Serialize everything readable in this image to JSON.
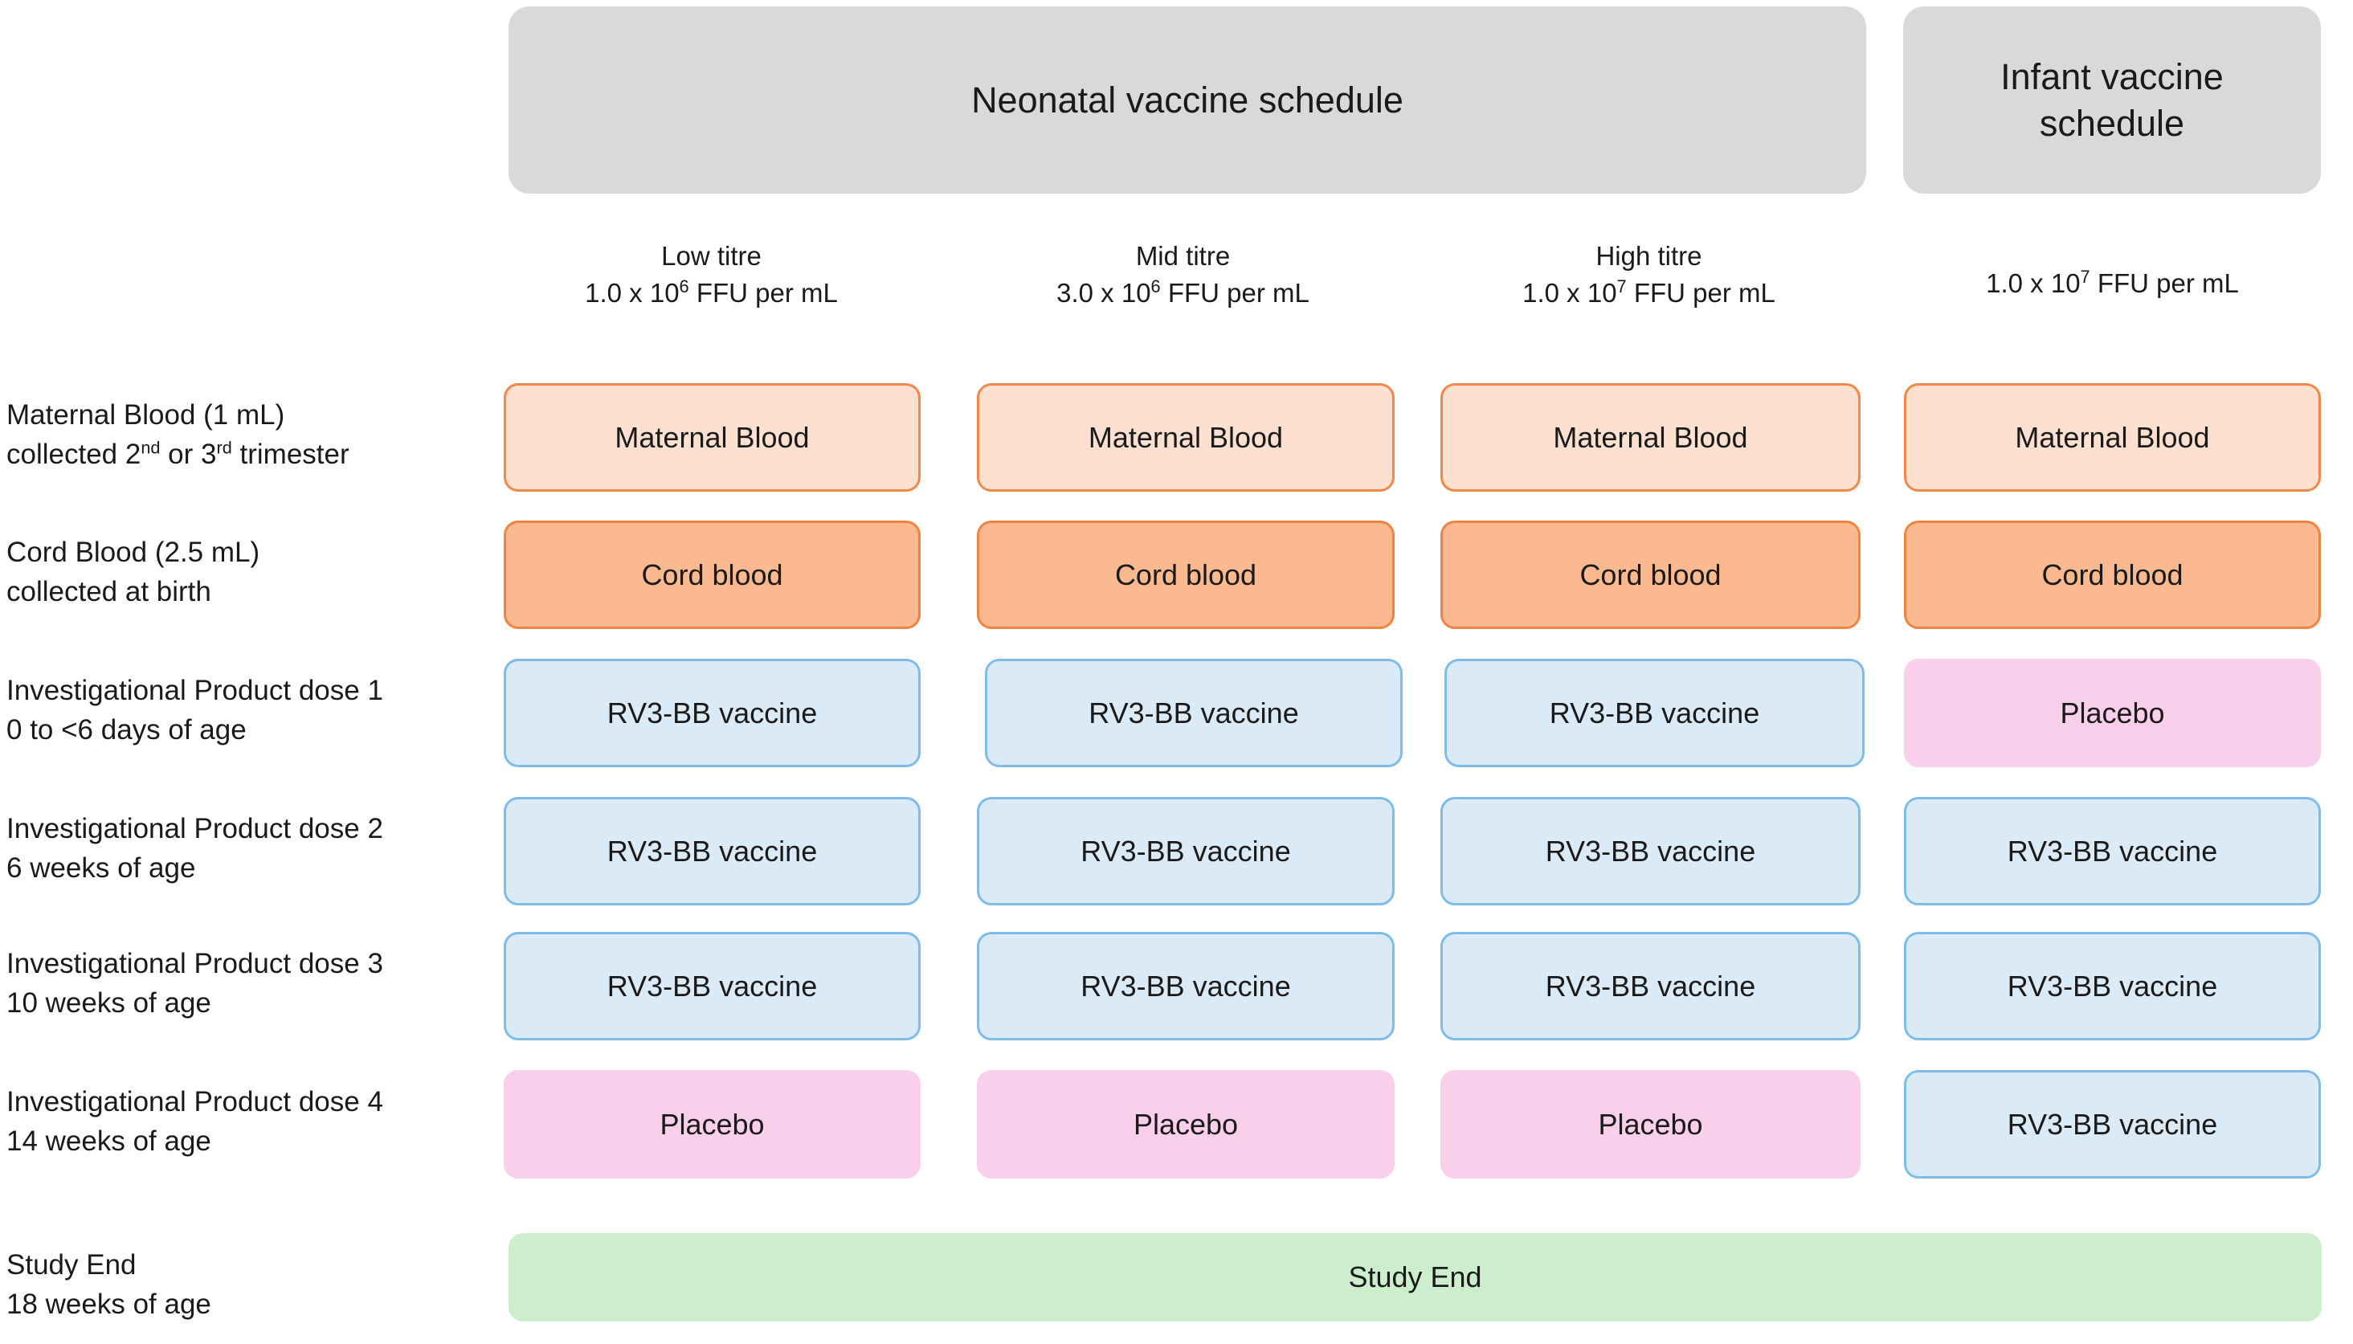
{
  "headers": {
    "neonatal": "Neonatal vaccine schedule",
    "infant_line1": "Infant vaccine",
    "infant_line2": "schedule"
  },
  "columns": [
    {
      "id": "low",
      "titre": "Low titre",
      "dose_prefix": "1.0 x 10",
      "dose_exp": "6",
      "dose_suffix": " FFU per mL"
    },
    {
      "id": "mid",
      "titre": "Mid titre",
      "dose_prefix": "3.0 x 10",
      "dose_exp": "6",
      "dose_suffix": " FFU per mL"
    },
    {
      "id": "high",
      "titre": "High titre",
      "dose_prefix": "1.0 x 10",
      "dose_exp": "7",
      "dose_suffix": " FFU per mL"
    },
    {
      "id": "infant",
      "titre": "",
      "dose_prefix": "1.0 x 10",
      "dose_exp": "7",
      "dose_suffix": " FFU per mL"
    }
  ],
  "rows": [
    {
      "id": "maternal-blood",
      "label_line1": "Maternal Blood (1 mL)",
      "label_line2_pre": "collected 2",
      "label_line2_sup1": "nd",
      "label_line2_mid": " or 3",
      "label_line2_sup2": "rd",
      "label_line2_post": " trimester",
      "cells": [
        "Maternal Blood",
        "Maternal Blood",
        "Maternal Blood",
        "Maternal Blood"
      ],
      "kinds": [
        "maternal",
        "maternal",
        "maternal",
        "maternal"
      ]
    },
    {
      "id": "cord-blood",
      "label_line1": "Cord Blood (2.5 mL)",
      "label_line2": "collected at birth",
      "cells": [
        "Cord blood",
        "Cord blood",
        "Cord blood",
        "Cord blood"
      ],
      "kinds": [
        "cord",
        "cord",
        "cord",
        "cord"
      ]
    },
    {
      "id": "dose-1",
      "label_line1": "Investigational Product dose 1",
      "label_line2": "0 to <6 days of age",
      "cells": [
        "RV3-BB vaccine",
        "RV3-BB vaccine",
        "RV3-BB vaccine",
        "Placebo"
      ],
      "kinds": [
        "vaccine",
        "vaccine",
        "vaccine",
        "placebo"
      ]
    },
    {
      "id": "dose-2",
      "label_line1": "Investigational Product dose 2",
      "label_line2": "6 weeks of age",
      "cells": [
        "RV3-BB vaccine",
        "RV3-BB vaccine",
        "RV3-BB vaccine",
        "RV3-BB vaccine"
      ],
      "kinds": [
        "vaccine",
        "vaccine",
        "vaccine",
        "vaccine"
      ]
    },
    {
      "id": "dose-3",
      "label_line1": "Investigational Product dose 3",
      "label_line2": "10 weeks of age",
      "cells": [
        "RV3-BB vaccine",
        "RV3-BB vaccine",
        "RV3-BB vaccine",
        "RV3-BB vaccine"
      ],
      "kinds": [
        "vaccine",
        "vaccine",
        "vaccine",
        "vaccine"
      ]
    },
    {
      "id": "dose-4",
      "label_line1": "Investigational Product dose 4",
      "label_line2": "14 weeks of age",
      "cells": [
        "Placebo",
        "Placebo",
        "Placebo",
        "RV3-BB vaccine"
      ],
      "kinds": [
        "placebo",
        "placebo",
        "placebo",
        "vaccine"
      ]
    },
    {
      "id": "study-end",
      "label_line1": "Study End",
      "label_line2": "18 weeks of age",
      "cells": [
        "Study End"
      ],
      "kinds": [
        "studyend"
      ]
    }
  ],
  "study_end_bar_label": "Study End",
  "colors": {
    "band_gray": "#d9d9d9",
    "maternal_fill": "#fde0cf",
    "maternal_border": "#f0884a",
    "cord_fill": "#fab98f",
    "cord_border": "#ef8342",
    "vaccine_fill": "#daeaf7",
    "vaccine_border": "#7fbce8",
    "placebo_fill": "#f9cfeb",
    "study_end_fill": "#cdeecd"
  }
}
